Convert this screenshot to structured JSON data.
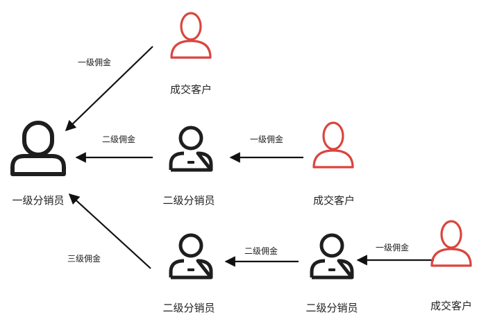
{
  "colors": {
    "customer": "#d9453f",
    "distributor": "#1e1e1e",
    "arrow": "#111111",
    "text": "#222222"
  },
  "nodes": {
    "l1": {
      "label": "一级分销员",
      "kind": "distributor",
      "icon": "person-rounded-icon"
    },
    "c_top": {
      "label": "成交客户",
      "kind": "customer",
      "icon": "person-outline-icon"
    },
    "l2_mid": {
      "label": "二级分销员",
      "kind": "distributor",
      "icon": "person-badge-icon"
    },
    "c_mid": {
      "label": "成交客户",
      "kind": "customer",
      "icon": "person-outline-icon"
    },
    "l2_bot_a": {
      "label": "二级分销员",
      "kind": "distributor",
      "icon": "person-badge-icon"
    },
    "l2_bot_b": {
      "label": "二级分销员",
      "kind": "distributor",
      "icon": "person-badge-icon"
    },
    "c_bot": {
      "label": "成交客户",
      "kind": "customer",
      "icon": "person-outline-icon"
    }
  },
  "edges": [
    {
      "from": "c_top",
      "to": "l1",
      "label": "一级佣金"
    },
    {
      "from": "l2_mid",
      "to": "l1",
      "label": "二级佣金"
    },
    {
      "from": "c_mid",
      "to": "l2_mid",
      "label": "一级佣金"
    },
    {
      "from": "l2_bot_a",
      "to": "l1",
      "label": "三级佣金"
    },
    {
      "from": "l2_bot_b",
      "to": "l2_bot_a",
      "label": "二级佣金"
    },
    {
      "from": "c_bot",
      "to": "l2_bot_b",
      "label": "一级佣金"
    }
  ]
}
